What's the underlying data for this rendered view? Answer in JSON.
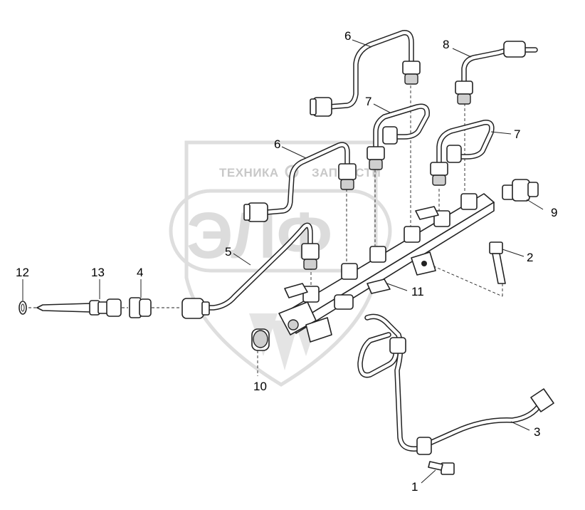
{
  "watermark": {
    "top_left": "ТЕХНИКА",
    "top_right": "ЗАПЧАСТИ",
    "logo": "ЭЛФ"
  },
  "callouts": {
    "c1": "1",
    "c2": "2",
    "c3": "3",
    "c4": "4",
    "c5": "5",
    "c6a": "6",
    "c6b": "6",
    "c7a": "7",
    "c7b": "7",
    "c8": "8",
    "c9": "9",
    "c10": "10",
    "c11": "11",
    "c12": "12",
    "c13": "13"
  }
}
